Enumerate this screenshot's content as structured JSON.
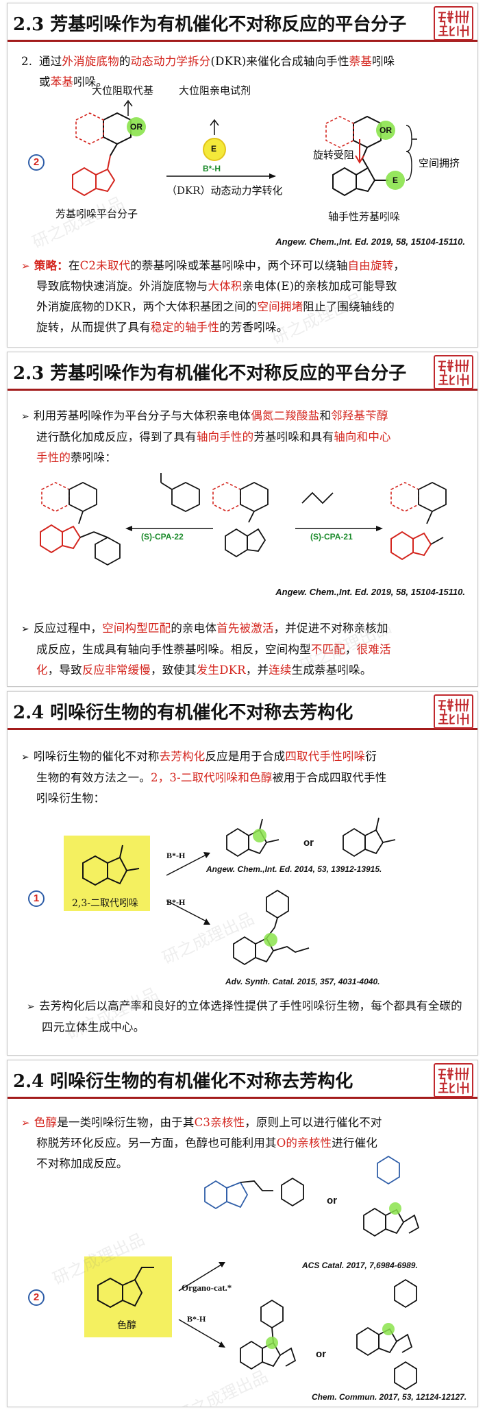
{
  "seal_text": "研究小组",
  "watermark": "研之成理出品",
  "s1": {
    "title": "2.3 芳基吲哚作为有机催化不对称反应的平台分子",
    "num": "2.",
    "p1a": "通过",
    "p1b": "外消旋底物",
    "p1c": "的",
    "p1d": "动态动力学拆分",
    "p1e": "(DKR)来催化合成轴向手性",
    "p1f": "萘基",
    "p1g": "吲哚",
    "p1h": "或",
    "p1i": "苯基",
    "p1j": "吲哚。",
    "circle": "2",
    "lbl_big_sub": "大位阻取代基",
    "lbl_big_e": "大位阻亲电试剂",
    "lbl_platform": "芳基吲哚平台分子",
    "lbl_bh": "B*-H",
    "lbl_dkr": "（DKR）动态动力学转化",
    "lbl_rot": "旋转受阻",
    "lbl_space": "空间拥挤",
    "lbl_product": "轴手性芳基吲哚",
    "lbl_or": "OR",
    "lbl_e": "E",
    "ref": "Angew. Chem.,Int. Ed. 2019, 58, 15104-15110.",
    "st_label": "策略：",
    "st_a": "在",
    "st_b": "C2未取代",
    "st_c": "的萘基吲哚或苯基吲哚中，两个环可以绕轴",
    "st_d": "自由旋转",
    "st_e": "，",
    "st_f": "导致底物快速消旋。外消旋底物与",
    "st_g": "大体积",
    "st_h": "亲电体(E)的亲核加成可能导致",
    "st_i": "外消旋底物的DKR，两个大体积基团之间的",
    "st_j": "空间拥堵",
    "st_k": "阻止了围绕轴线的",
    "st_l": "旋转，从而提供了具有",
    "st_m": "稳定的轴手性",
    "st_n": "的芳香吲哚。"
  },
  "s2": {
    "title": "2.3 芳基吲哚作为有机催化不对称反应的平台分子",
    "b1a": "利用芳基吲哚作为平台分子与大体积亲电体",
    "b1b": "偶氮二羧酸盐",
    "b1c": "和",
    "b1d": "邻羟基苄醇",
    "b1e": "进行酰化加成反应，得到了具有",
    "b1f": "轴向手性的",
    "b1g": "芳基吲哚和具有",
    "b1h": "轴向和中心",
    "b1i": "手性的",
    "b1j": "萘吲哚：",
    "cat_left": "(S)-CPA-22",
    "cat_right": "(S)-CPA-21",
    "ref": "Angew. Chem.,Int. Ed. 2019, 58, 15104-15110.",
    "b2a": "反应过程中，",
    "b2b": "空间构型匹配",
    "b2c": "的亲电体",
    "b2d": "首先被激活",
    "b2e": "，并促进不对称亲核加",
    "b2f": "成反应，生成具有轴向手性萘基吲哚。相反，空间构型",
    "b2g": "不匹配",
    "b2h": "，",
    "b2i": "很难活",
    "b2j": "化",
    "b2k": "，导致",
    "b2l": "反应非常缓慢",
    "b2m": "，致使其",
    "b2n": "发生DKR",
    "b2o": "，并",
    "b2p": "连续",
    "b2q": "生成萘基吲哚。"
  },
  "s3": {
    "title": "2.4 吲哚衍生物的有机催化不对称去芳构化",
    "b1a": "吲哚衍生物的催化不对称",
    "b1b": "去芳构化",
    "b1c": "反应是用于合成",
    "b1d": "四取代手性吲哚",
    "b1e": "衍",
    "b1f": "生物的有效方法之一。",
    "b1g": "2，3-二取代吲哚和色醇",
    "b1h": "被用于合成四取代手性",
    "b1i": "吲哚衍生物：",
    "circle": "1",
    "sub_label": "2,3-二取代吲哚",
    "bh1": "B*-H",
    "bh2": "B*-H",
    "or": "or",
    "ref1": "Angew. Chem.,Int. Ed. 2014, 53, 13912-13915.",
    "ref2": "Adv. Synth. Catal. 2015, 357, 4031-4040.",
    "b2": "去芳构化后以高产率和良好的立体选择性提供了手性吲哚衍生物，每个都具有全碳的四元立体生成中心。"
  },
  "s4": {
    "title": "2.4 吲哚衍生物的有机催化不对称去芳构化",
    "b1a": "色醇",
    "b1b": "是一类吲哚衍生物，由于其",
    "b1c": "C3亲核性",
    "b1d": "，原则上可以进行催化不对",
    "b1e": "称脱芳环化反应。另一方面，色醇也可能利用其",
    "b1f": "O的亲核性",
    "b1g": "进行催化",
    "b1h": "不对称加成反应。",
    "circle": "2",
    "sub_label": "色醇",
    "organo": "Organo-cat.*",
    "bh": "B*-H",
    "or1": "or",
    "or2": "or",
    "ref1": "ACS Catal. 2017, 7,6984-6989.",
    "ref2": "Chem. Commun. 2017, 53, 12124-12127."
  }
}
